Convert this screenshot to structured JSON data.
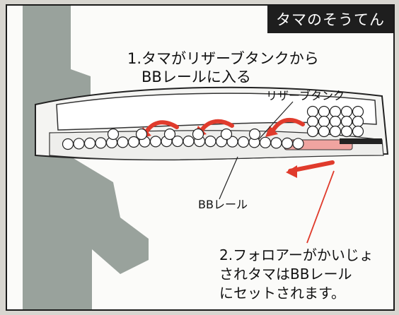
{
  "title": "タマのそうてん",
  "step1": {
    "line1": "1.タマがリザーブタンクから",
    "line2": "BBレールに入る"
  },
  "labels": {
    "reserve_tank": "リザーブタンク",
    "bb_rail": "BBレール"
  },
  "step2": {
    "line1": "2.フォロアーがかいじょ",
    "line2": "されタマはBBレール",
    "line3": "にセットされます。"
  },
  "colors": {
    "arrow_red": "#e03b2c",
    "follower_pink": "#f0a4a0",
    "gun_gray": "#8e9891"
  }
}
